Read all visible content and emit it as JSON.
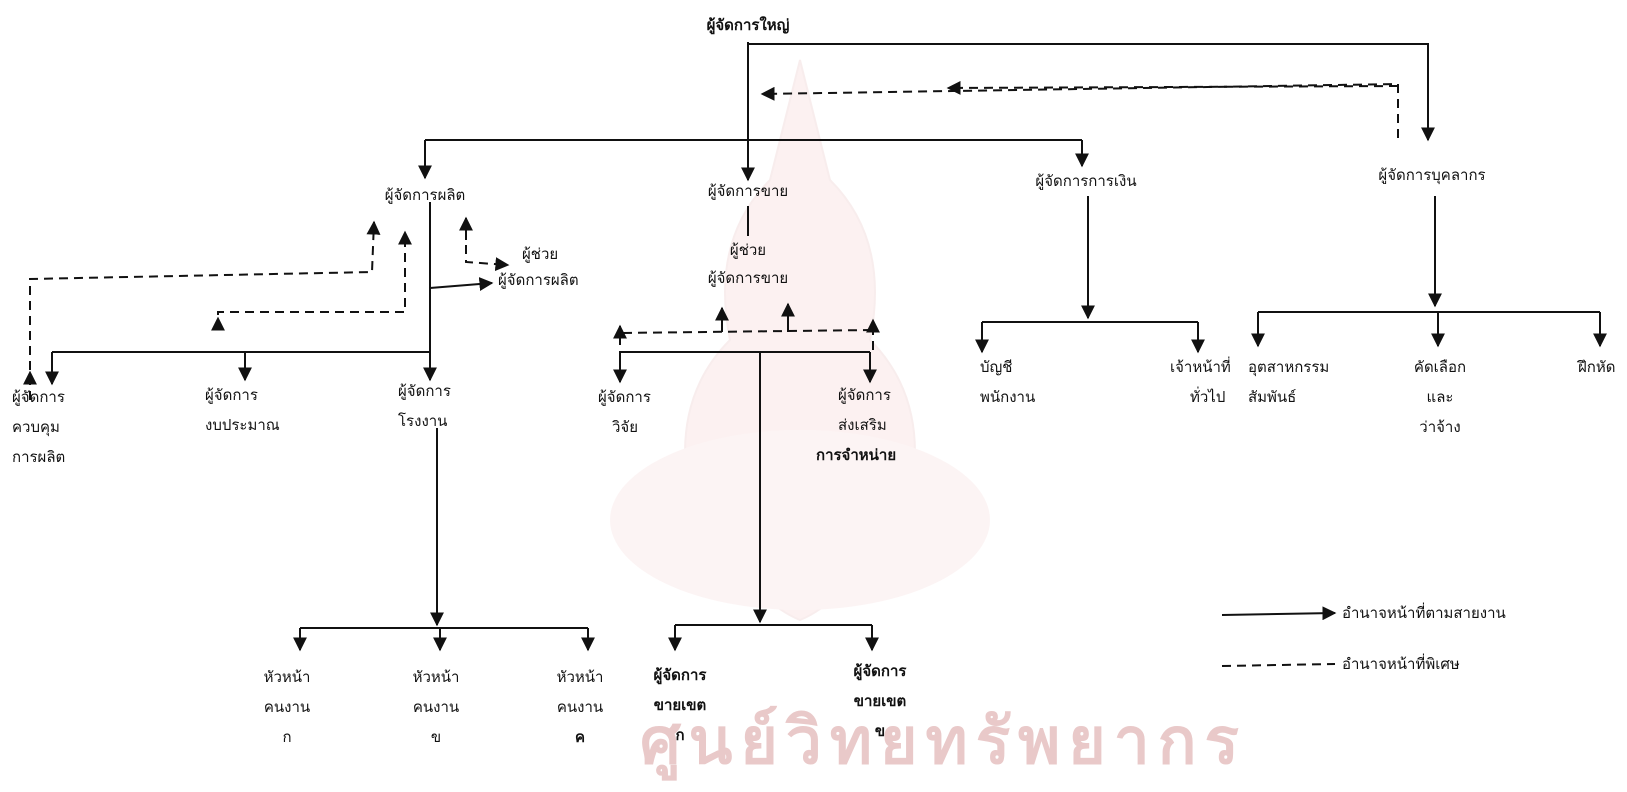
{
  "colors": {
    "line": "#111111",
    "watermark": "#e6a3a3"
  },
  "chart": {
    "top": "ผู้จัดการใหญ่",
    "level2": {
      "production": "ผู้จัดการผลิต",
      "sales": "ผู้จัดการขาย",
      "finance": "ผู้จัดการการเงิน",
      "personnel": "ผู้จัดการบุคลากร"
    },
    "assistant_prod": {
      "l1": "ผู้ช่วย",
      "l2": "ผู้จัดการผลิต"
    },
    "assistant_sales": {
      "l1": "ผู้ช่วย",
      "l2": "ผู้จัดการขาย"
    },
    "prod_control": {
      "l1": "ผู้จัดการ",
      "l2": "ควบคุม",
      "l3": "การผลิต"
    },
    "budget": {
      "l1": "ผู้จัดการ",
      "l2": "งบประมาณ"
    },
    "factory": {
      "l1": "ผู้จัดการ",
      "l2": "โรงงาน"
    },
    "research": {
      "l1": "ผู้จัดการ",
      "l2": "วิจัย"
    },
    "promotion": {
      "l1": "ผู้จัดการ",
      "l2": "ส่งเสริม",
      "l3": "การจำหน่าย"
    },
    "accounting": {
      "l1": "บัญชี",
      "l2": "พนักงาน"
    },
    "general": {
      "l1": "เจ้าหน้าที่",
      "l2": "ทั่วไป"
    },
    "industrial_rel": {
      "l1": "อุตสาหกรรม",
      "l2": "สัมพันธ์"
    },
    "hiring": {
      "l1": "คัดเลือก",
      "l2": "และ",
      "l3": "ว่าจ้าง"
    },
    "training": "ฝึกหัด",
    "foreman_a": {
      "l1": "หัวหน้า",
      "l2": "คนงาน",
      "l3": "ก"
    },
    "foreman_b": {
      "l1": "หัวหน้า",
      "l2": "คนงาน",
      "l3": "ข"
    },
    "foreman_c": {
      "l1": "หัวหน้า",
      "l2": "คนงาน",
      "l3": "ค"
    },
    "zone_a": {
      "l1": "ผู้จัดการ",
      "l2": "ขายเขต",
      "l3": "ก"
    },
    "zone_b": {
      "l1": "ผู้จัดการ",
      "l2": "ขายเขต",
      "l3": "ข"
    }
  },
  "legend": {
    "solid": "อำนาจหน้าที่ตามสายงาน",
    "dashed": "อำนาจหน้าที่พิเศษ"
  },
  "watermark": {
    "text": "ศูนย์วิทยทรัพยากร"
  }
}
